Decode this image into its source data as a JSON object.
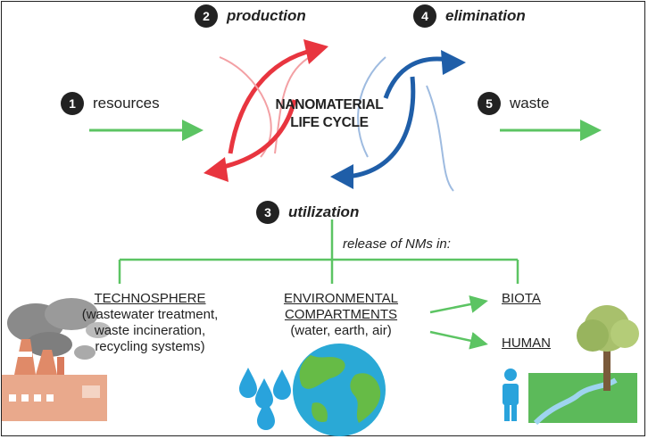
{
  "stages": [
    {
      "number": "1",
      "label": "resources"
    },
    {
      "number": "2",
      "label": "production"
    },
    {
      "number": "3",
      "label": "utilization"
    },
    {
      "number": "4",
      "label": "elimination"
    },
    {
      "number": "5",
      "label": "waste"
    }
  ],
  "center": {
    "line1": "NANOMATERIAL",
    "line2": "LIFE CYCLE"
  },
  "release_label": "release of NMs in:",
  "technosphere": {
    "heading": "TECHNOSPHERE",
    "lines": [
      "(wastewater treatment,",
      "waste incineration,",
      "recycling systems)"
    ]
  },
  "environmental": {
    "heading1": "ENVIRONMENTAL",
    "heading2": "COMPARTMENTS",
    "sub": "(water, earth, air)"
  },
  "targets": {
    "biota": "BIOTA",
    "human": "HUMAN"
  },
  "colors": {
    "green": "#5cc463",
    "red": "#e8353f",
    "blue": "#1f5ea8",
    "dark": "#222222"
  },
  "icons": [
    "factory-icon",
    "water-drops-icon",
    "earth-globe-icon",
    "person-icon",
    "tree-landscape-icon"
  ]
}
